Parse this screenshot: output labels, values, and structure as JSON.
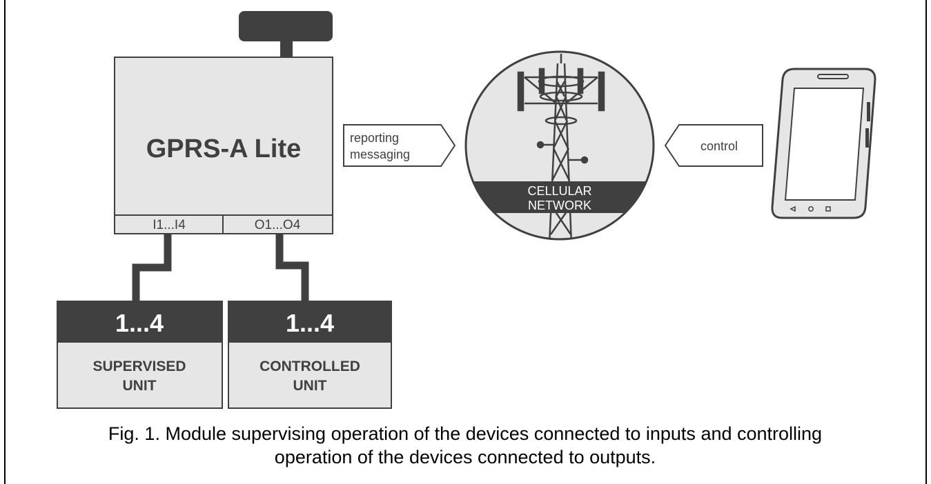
{
  "module": {
    "name": "GPRS-A Lite",
    "inputs_label": "I1...I4",
    "outputs_label": "O1...O4"
  },
  "units": [
    {
      "number": "1...4",
      "label_line1": "SUPERVISED",
      "label_line2": "UNIT"
    },
    {
      "number": "1...4",
      "label_line1": "CONTROLLED",
      "label_line2": "UNIT"
    }
  ],
  "arrows": {
    "reporting": {
      "line1": "reporting",
      "line2": "messaging"
    },
    "control": {
      "line1": "control"
    }
  },
  "network": {
    "line1": "CELLULAR",
    "line2": "NETWORK"
  },
  "caption": {
    "line1": "Fig. 1. Module supervising operation of the devices connected to inputs and controlling",
    "line2": "operation of the devices connected to outputs."
  },
  "colors": {
    "dark": "#404040",
    "light_fill": "#e6e6e6",
    "stroke": "#404040",
    "text_dark": "#404040",
    "text_light": "#ffffff"
  }
}
